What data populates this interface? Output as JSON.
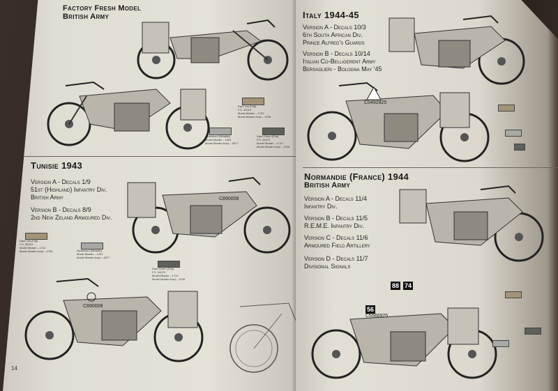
{
  "left_page": {
    "page_number": "14",
    "section_factory": {
      "title_line1": "Factory Fresh Model",
      "title_line2": "British Army",
      "swatches": [
        {
          "name": "Dark Tan (Flat)",
          "code": "F.S. 30219",
          "line1": "Model Master – 1742",
          "line2": "Model Master Acryl – 4706",
          "color": "#a39478"
        },
        {
          "name": "Aluminium (Metallic)",
          "code": "",
          "line1": "Model Master – 1401",
          "line2": "Model Master Acryl – 4677",
          "color": "#a8a8a4"
        },
        {
          "name": "Dark Green (Flat)",
          "code": "F.S. 34079",
          "line1": "Model Master – 1710",
          "line2": "Model Master Acryl – 4726",
          "color": "#5e605a"
        }
      ]
    },
    "section_tunisie": {
      "title": "Tunisie 1943",
      "version_a_line1": "Version A - Decals 1/9",
      "version_a_line2": "51st (Highland) Infantry Div.",
      "version_a_line3": "British Army",
      "version_b_line1": "Version B - Decals 8/9",
      "version_b_line2": "2nd New Zeland Armoured Div.",
      "registration_1": "C890008",
      "registration_2": "C890008",
      "swatches": [
        {
          "name": "Dark Tan (Flat)",
          "code": "F.S. 30219",
          "line1": "Model Master – 1742",
          "line2": "Model Master Acryl – 4706",
          "color": "#a39478"
        },
        {
          "name": "Aluminium (Metallic)",
          "code": "",
          "line1": "Model Master – 1401",
          "line2": "Model Master Acryl – 4677",
          "color": "#a8a8a4"
        },
        {
          "name": "Dark Green (Flat)",
          "code": "F.S. 34079",
          "line1": "Model Master – 1710",
          "line2": "Model Master Acryl – 4726",
          "color": "#5e605a"
        }
      ]
    }
  },
  "right_page": {
    "section_italy": {
      "title": "Italy 1944-45",
      "version_a_line1": "Version A - Decals 10/3",
      "version_a_line2": "6th South African Div.",
      "version_a_line3": "Prince Alfred's Guards",
      "version_b_line1": "Version B - Decals 10/14",
      "version_b_line2": "Italian Co-Belligerent Army",
      "version_b_line3": "Bersaglieri - Bologna May '45",
      "registration": "C5492825"
    },
    "section_normandie": {
      "title_line1": "Normandie (France) 1944",
      "title_line2": "British Army",
      "version_a_line1": "Version A - Decals 11/4",
      "version_a_line2": "Infantry Div.",
      "version_b_line1": "Version B - Decals 11/5",
      "version_b_line2": "R.E.M.E. Infantry Div.",
      "version_c_line1": "Version C - Decals 11/6",
      "version_c_line2": "Armoured Field Artillery",
      "version_d_line1": "Version D - Decals 11/7",
      "version_d_line2": "Divisional Signals",
      "decal_a": "88",
      "decal_b": "74",
      "decal_c": "56",
      "registration": "C5566925"
    }
  },
  "colors": {
    "paper": "#e0ddd3",
    "ink": "#1a1a1a",
    "bike_fill": "#b9b5ab",
    "tabletop": "#2b2420"
  }
}
